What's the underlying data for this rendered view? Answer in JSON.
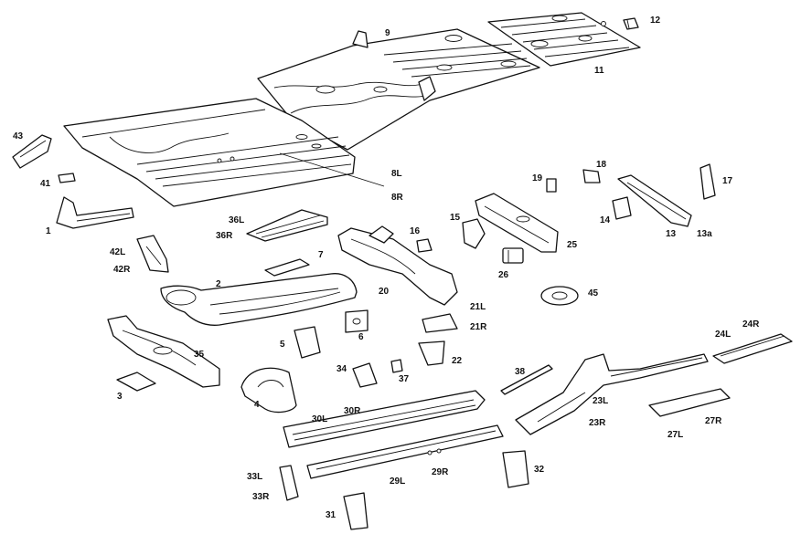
{
  "diagram": {
    "labels": {
      "p9": "9",
      "p12": "12",
      "p11": "11",
      "p43": "43",
      "p8L": "8L",
      "p8R": "8R",
      "p41": "41",
      "p1": "1",
      "p19": "19",
      "p18": "18",
      "p17": "17",
      "p14": "14",
      "p13": "13",
      "p13a": "13a",
      "p15": "15",
      "p16": "16",
      "p25": "25",
      "p26": "26",
      "p36L": "36L",
      "p36R": "36R",
      "p42L": "42L",
      "p42R": "42R",
      "p7": "7",
      "p2": "2",
      "p20": "20",
      "p45": "45",
      "p21L": "21L",
      "p21R": "21R",
      "p6": "6",
      "p5": "5",
      "p22": "22",
      "p35": "35",
      "p34": "34",
      "p37": "37",
      "p38": "38",
      "p24L": "24L",
      "p24R": "24R",
      "p3": "3",
      "p4": "4",
      "p23L": "23L",
      "p23R": "23R",
      "p30L": "30L",
      "p30R": "30R",
      "p27L": "27L",
      "p27R": "27R",
      "p32": "32",
      "p29L": "29L",
      "p29R": "29R",
      "p33L": "33L",
      "p33R": "33R",
      "p31": "31"
    }
  }
}
